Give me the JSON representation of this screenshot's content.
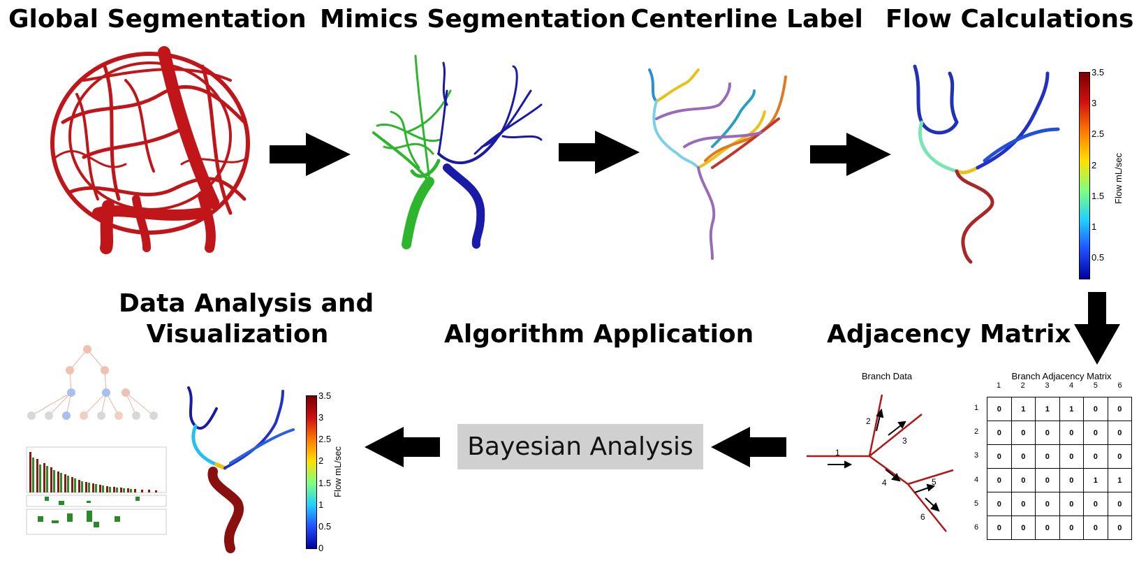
{
  "stages": {
    "global_segmentation": "Global Segmentation",
    "mimics_segmentation": "Mimics Segmentation",
    "centerline_label": "Centerline Label",
    "flow_calculations": "Flow Calculations",
    "adjacency_matrix": "Adjacency Matrix",
    "algorithm_application": "Algorithm Application",
    "data_analysis_line1": "Data Analysis and",
    "data_analysis_line2": "Visualization"
  },
  "bayesian_box": "Bayesian Analysis",
  "colorbar": {
    "label": "Flow mL/sec",
    "top_ticks": [
      "3.5",
      "3",
      "2.5",
      "2",
      "1.5",
      "1",
      "0.5"
    ],
    "bottom_ticks": [
      "3.5",
      "3",
      "2.5",
      "2",
      "1.5",
      "1",
      "0.5",
      "0"
    ]
  },
  "branch_data": {
    "title": "Branch Data",
    "labels": [
      "1",
      "2",
      "3",
      "4",
      "5",
      "6"
    ]
  },
  "adjacency": {
    "title": "Branch Adjacency Matrix",
    "col_headers": [
      "1",
      "2",
      "3",
      "4",
      "5",
      "6"
    ],
    "row_headers": [
      "1",
      "2",
      "3",
      "4",
      "5",
      "6"
    ],
    "rows": [
      [
        "0",
        "1",
        "1",
        "1",
        "0",
        "0"
      ],
      [
        "0",
        "0",
        "0",
        "0",
        "0",
        "0"
      ],
      [
        "0",
        "0",
        "0",
        "0",
        "0",
        "0"
      ],
      [
        "0",
        "0",
        "0",
        "0",
        "1",
        "1"
      ],
      [
        "0",
        "0",
        "0",
        "0",
        "0",
        "0"
      ],
      [
        "0",
        "0",
        "0",
        "0",
        "0",
        "0"
      ]
    ]
  },
  "colors": {
    "vessel_red": "#c0161a",
    "green": "#2db52d",
    "blue": "#1a1aa8",
    "purple": "#9a6ab8",
    "arrow": "#000000",
    "box_gray": "#d0d0d0",
    "branch_red": "#b01818"
  }
}
